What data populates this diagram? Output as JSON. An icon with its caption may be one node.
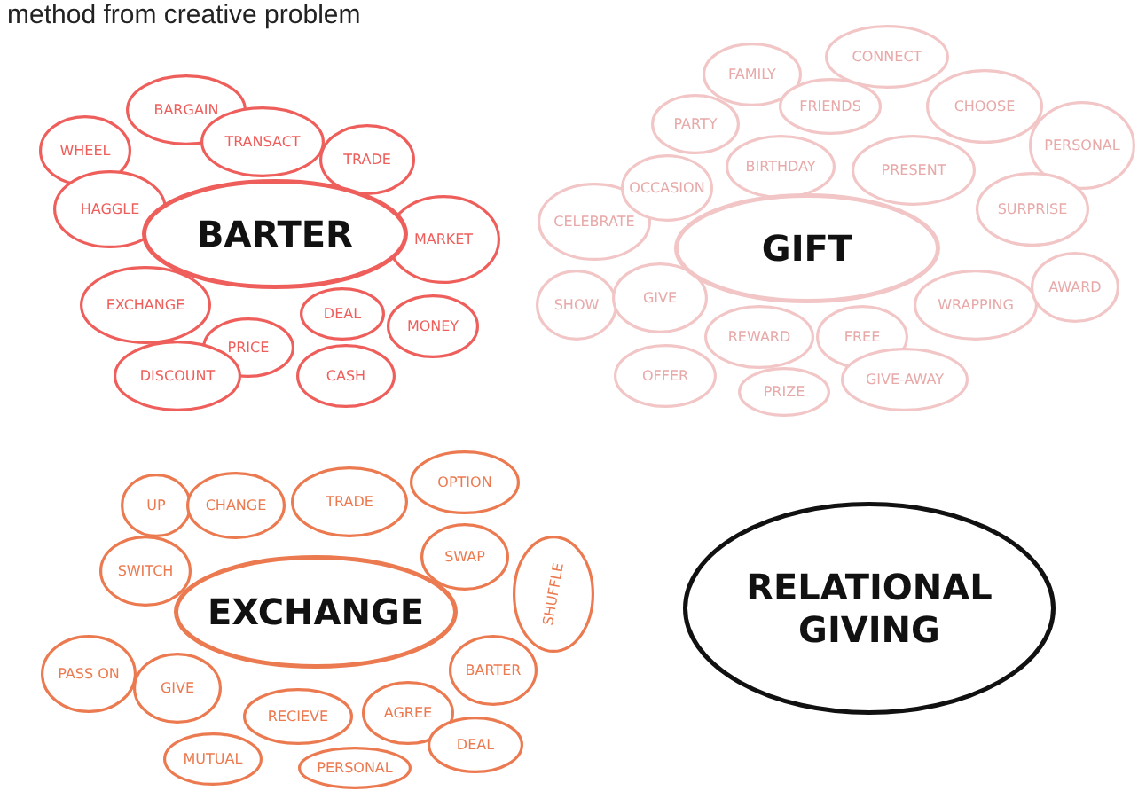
{
  "diagram": {
    "title": "method from creative problem",
    "nodes": [
      {
        "text": [
          "BARTER"
        ]
      },
      {
        "text": [
          "WHEEL"
        ]
      },
      {
        "text": [
          "BARGAIN"
        ]
      },
      {
        "text": [
          "TRANSACT"
        ]
      },
      {
        "text": [
          "TRADE"
        ]
      },
      {
        "text": [
          "HAGGLE"
        ]
      },
      {
        "text": [
          "MARKET"
        ]
      },
      {
        "text": [
          "EXCHANGE"
        ]
      },
      {
        "text": [
          "DEAL"
        ]
      },
      {
        "text": [
          "MONEY"
        ]
      },
      {
        "text": [
          "PRICE"
        ]
      },
      {
        "text": [
          "DISCOUNT"
        ]
      },
      {
        "text": [
          "CASH"
        ]
      },
      {
        "text": [
          "GIFT"
        ]
      },
      {
        "text": [
          "CONNECT"
        ]
      },
      {
        "text": [
          "FAMILY"
        ]
      },
      {
        "text": [
          "FRIENDS"
        ]
      },
      {
        "text": [
          "CHOOSE"
        ]
      },
      {
        "text": [
          "PERSONAL"
        ]
      },
      {
        "text": [
          "PARTY"
        ]
      },
      {
        "text": [
          "BIRTHDAY"
        ]
      },
      {
        "text": [
          "PRESENT"
        ]
      },
      {
        "text": [
          "CELEBRATE"
        ]
      },
      {
        "text": [
          "OCCASION"
        ]
      },
      {
        "text": [
          "SURPRISE"
        ]
      },
      {
        "text": [
          "SHOW"
        ]
      },
      {
        "text": [
          "GIVE"
        ]
      },
      {
        "text": [
          "REWARD"
        ]
      },
      {
        "text": [
          "FREE"
        ]
      },
      {
        "text": [
          "WRAPPING"
        ]
      },
      {
        "text": [
          "AWARD"
        ]
      },
      {
        "text": [
          "OFFER"
        ]
      },
      {
        "text": [
          "PRIZE"
        ]
      },
      {
        "text": [
          "GIVE-AWAY"
        ]
      },
      {
        "text": [
          "EXCHANGE"
        ]
      },
      {
        "text": [
          "UP"
        ]
      },
      {
        "text": [
          "CHANGE"
        ]
      },
      {
        "text": [
          "TRADE"
        ]
      },
      {
        "text": [
          "OPTION"
        ]
      },
      {
        "text": [
          "SWAP"
        ]
      },
      {
        "text": [
          "SHUFFLE"
        ]
      },
      {
        "text": [
          "SWITCH"
        ]
      },
      {
        "text": [
          "PASS ON"
        ]
      },
      {
        "text": [
          "GIVE"
        ]
      },
      {
        "text": [
          "RECIEVE"
        ]
      },
      {
        "text": [
          "AGREE"
        ]
      },
      {
        "text": [
          "BARTER"
        ]
      },
      {
        "text": [
          "DEAL"
        ]
      },
      {
        "text": [
          "MUTUAL"
        ]
      },
      {
        "text": [
          "PERSONAL"
        ]
      },
      {
        "text": [
          "RELATIONAL GIVING"
        ]
      }
    ],
    "edges": []
  }
}
